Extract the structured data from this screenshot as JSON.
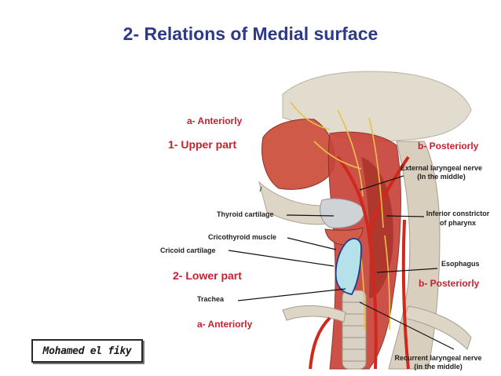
{
  "title": "2- Relations of Medial surface",
  "upper": {
    "heading": "1- Upper part",
    "anteriorly": "a- Anteriorly",
    "posteriorly": "b- Posteriorly"
  },
  "lower": {
    "heading": "2- Lower part",
    "anteriorly": "a- Anteriorly",
    "posteriorly": "b- Posteriorly"
  },
  "labels": {
    "external_laryngeal": "External laryngeal nerve",
    "external_laryngeal_note": "(In the middle)",
    "thyroid_cartilage": "Thyroid cartilage",
    "inferior_constrictor": "Inferior constrictor",
    "inferior_constrictor_line2": "of pharynx",
    "cricothyroid_muscle": "Cricothyroid muscle",
    "cricoid_cartilage": "Cricoid cartilage",
    "esophagus": "Esophagus",
    "trachea": "Trachea",
    "recurrent_laryngeal": "Recurrent laryngeal nerve",
    "recurrent_laryngeal_note": "(in the middle)"
  },
  "signature": "Mohamed el fiky",
  "colors": {
    "title": "#2e3a86",
    "heading": "#c8202f",
    "highlight": "#b5e2ea",
    "muscle": "#c8443a",
    "bone": "#dcd5c8"
  }
}
